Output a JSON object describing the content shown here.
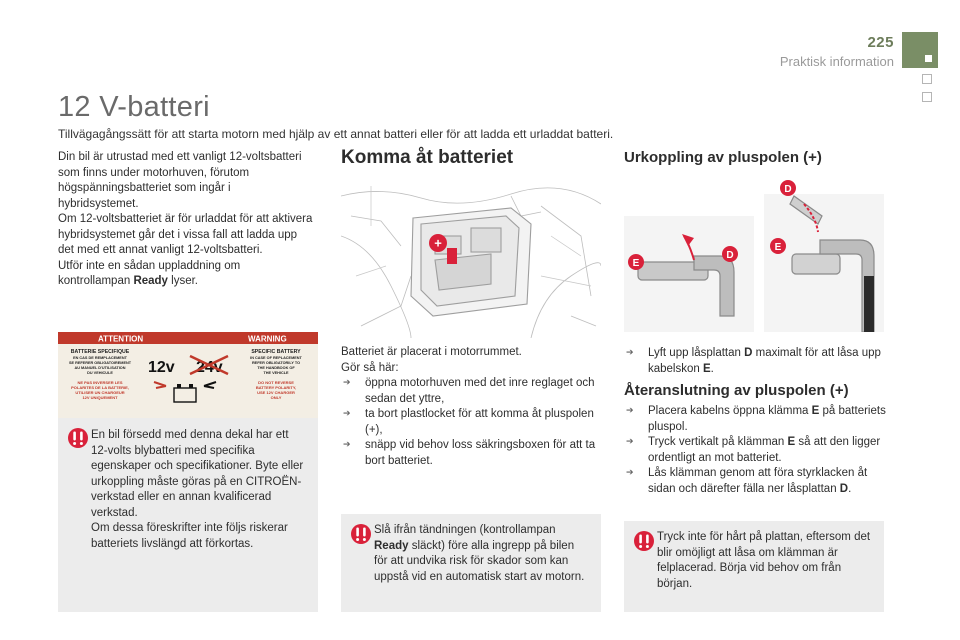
{
  "header": {
    "page_number": "225",
    "section": "Praktisk information"
  },
  "title": "12 V-batteri",
  "subtitle": "Tillvägagångssätt för att starta motorn med hjälp av ett annat batteri eller för att ladda ett urladdat batteri.",
  "intro": {
    "p1": "Din bil är utrustad med ett vanligt 12-voltsbatteri som finns under motorhuven, förutom högspänningsbatteriet som ingår i hybridsystemet.",
    "p2": "Om 12-voltsbatteriet är för urladdat för att aktivera hybridsystemet går det i vissa fall att ladda upp det med ett annat vanligt 12-voltsbatteri.",
    "p3_before": "Utför inte en sådan uppladdning om kontrollampan ",
    "p3_bold": "Ready",
    "p3_after": " lyser."
  },
  "sticker": {
    "attention": "ATTENTION",
    "warning": "WARNING",
    "fr_title": "BATTERIE SPECIFIQUE",
    "fr_line1": "EN CAS DE REMPLACEMENT",
    "fr_line2": "SE REFERER OBLIGATOIREMENT",
    "fr_line3": "AU MANUEL D'UTILISATION",
    "fr_line4": "DU VEHICULE",
    "en_title": "SPECIFIC BATTERY",
    "en_line1": "IN CASE OF REPLACEMENT",
    "en_line2": "REFER OBLIGATORILY TO",
    "en_line3": "THE HANDBOOK OF",
    "en_line4": "THE VEHICLE",
    "v12": "12v",
    "v24": "24v",
    "fr_red1": "NE PAS INVERSER LES",
    "fr_red2": "POLARITES DE LA BATTERIE,",
    "fr_red3": "UTILISER UN CHARGEUR",
    "fr_red4": "12V UNIQUEMENT",
    "en_red1": "DO NOT REVERSE",
    "en_red2": "BATTERY POLARITY,",
    "en_red3": "USE 12V CHARGER",
    "en_red4": "ONLY"
  },
  "warning1": {
    "p1": "En bil försedd med denna dekal har ett 12-volts blybatteri med specifika egenskaper och specifikationer. Byte eller urkoppling måste göras på en CITROËN-verkstad eller en annan kvalificerad verkstad.",
    "p2": "Om dessa föreskrifter inte följs riskerar batteriets livslängd att förkortas."
  },
  "komma": {
    "heading": "Komma åt batteriet",
    "lead1": "Batteriet är placerat i motorrummet.",
    "lead2": "Gör så här:",
    "steps": [
      "öppna motorhuven med det inre reglaget och sedan det yttre,",
      "ta bort plastlocket för att komma åt pluspolen (+),",
      "snäpp vid behov loss säkringsboxen för att ta bort batteriet."
    ]
  },
  "warning2": {
    "before": "Slå ifrån tändningen (kontrollampan ",
    "bold": "Ready",
    "after": " släckt) före alla ingrepp på bilen för att undvika risk för skador som kan uppstå vid en automatisk start av motorn."
  },
  "urkoppling": {
    "heading": "Urkoppling av pluspolen (+)",
    "step_before": "Lyft upp låsplattan ",
    "step_bold1": "D",
    "step_mid": " maximalt för att låsa upp kabelskon ",
    "step_bold2": "E",
    "step_after": "."
  },
  "ateranslutning": {
    "heading": "Återanslutning av pluspolen (+)",
    "s1_before": "Placera kabelns öppna klämma ",
    "s1_bold": "E",
    "s1_after": " på batteriets pluspol.",
    "s2_before": "Tryck vertikalt på klämman ",
    "s2_bold": "E",
    "s2_after": " så att den ligger ordentligt an mot batteriet.",
    "s3_before": "Lås klämman genom att föra styrklacken åt sidan och därefter fälla ner låsplattan ",
    "s3_bold": "D",
    "s3_after": "."
  },
  "warning3": {
    "text": "Tryck inte för hårt på plattan, eftersom det blir omöjligt att låsa om klämman är felplacerad. Börja vid behov om från början."
  },
  "illustration_labels": {
    "plus": "+",
    "label_d": "D",
    "label_e": "E"
  },
  "colors": {
    "accent_green": "#7a8e66",
    "warning_red": "#d9213a",
    "box_grey": "#ececec",
    "sticker_red": "#c0392b"
  }
}
